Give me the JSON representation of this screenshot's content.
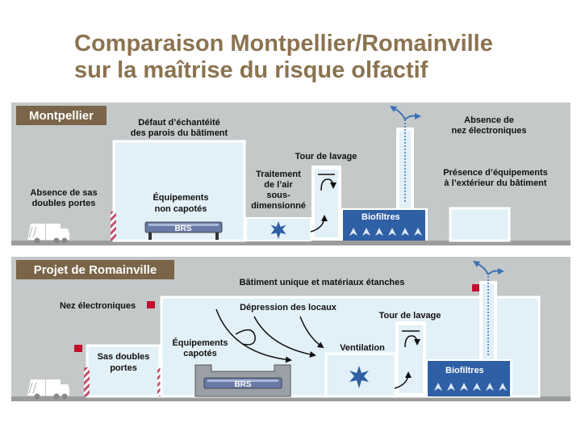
{
  "title": {
    "line1": "Comparaison Montpellier/Romainville",
    "line2": "sur la maîtrise du risque olfactif"
  },
  "montpellier": {
    "header": "Montpellier",
    "sas": [
      "Absence de sas",
      "doubles portes"
    ],
    "defaut": [
      "Défaut d’échantéité",
      "des parois du bâtiment"
    ],
    "equipements": [
      "Équipements",
      "non capotés"
    ],
    "brs": "BRS",
    "traitement": [
      "Traitement",
      "de l’air",
      "sous-",
      "dimensionné"
    ],
    "tour": "Tour de lavage",
    "biofiltres": "Biofiltres",
    "nez": [
      "Absence de",
      "nez électroniques"
    ],
    "presence": [
      "Présence d’équipements",
      "à l’extérieur du bâtiment"
    ]
  },
  "romainville": {
    "header": "Projet de Romainville",
    "batiment": "Bâtiment unique et matériaux étanches",
    "nez": "Nez électroniques",
    "depression": "Dépression des locaux",
    "tour": "Tour de lavage",
    "sas": [
      "Sas doubles",
      "portes"
    ],
    "equipements": [
      "Équipements",
      "capotés"
    ],
    "brs": "BRS",
    "ventilation": "Ventilation",
    "biofiltres": "Biofiltres"
  },
  "colors": {
    "title": "#8b7350",
    "panel": "#c4c8c9",
    "building_fill": "#e2f0f7",
    "wall": "#ffffff",
    "header_bg": "#7a6548",
    "biofilter": "#2f5fa4",
    "ground": "#9c9c9c",
    "door_stripe": "#c0506a",
    "sensor": "#c0102a",
    "exhaust_arrow": "#3c72b4"
  }
}
